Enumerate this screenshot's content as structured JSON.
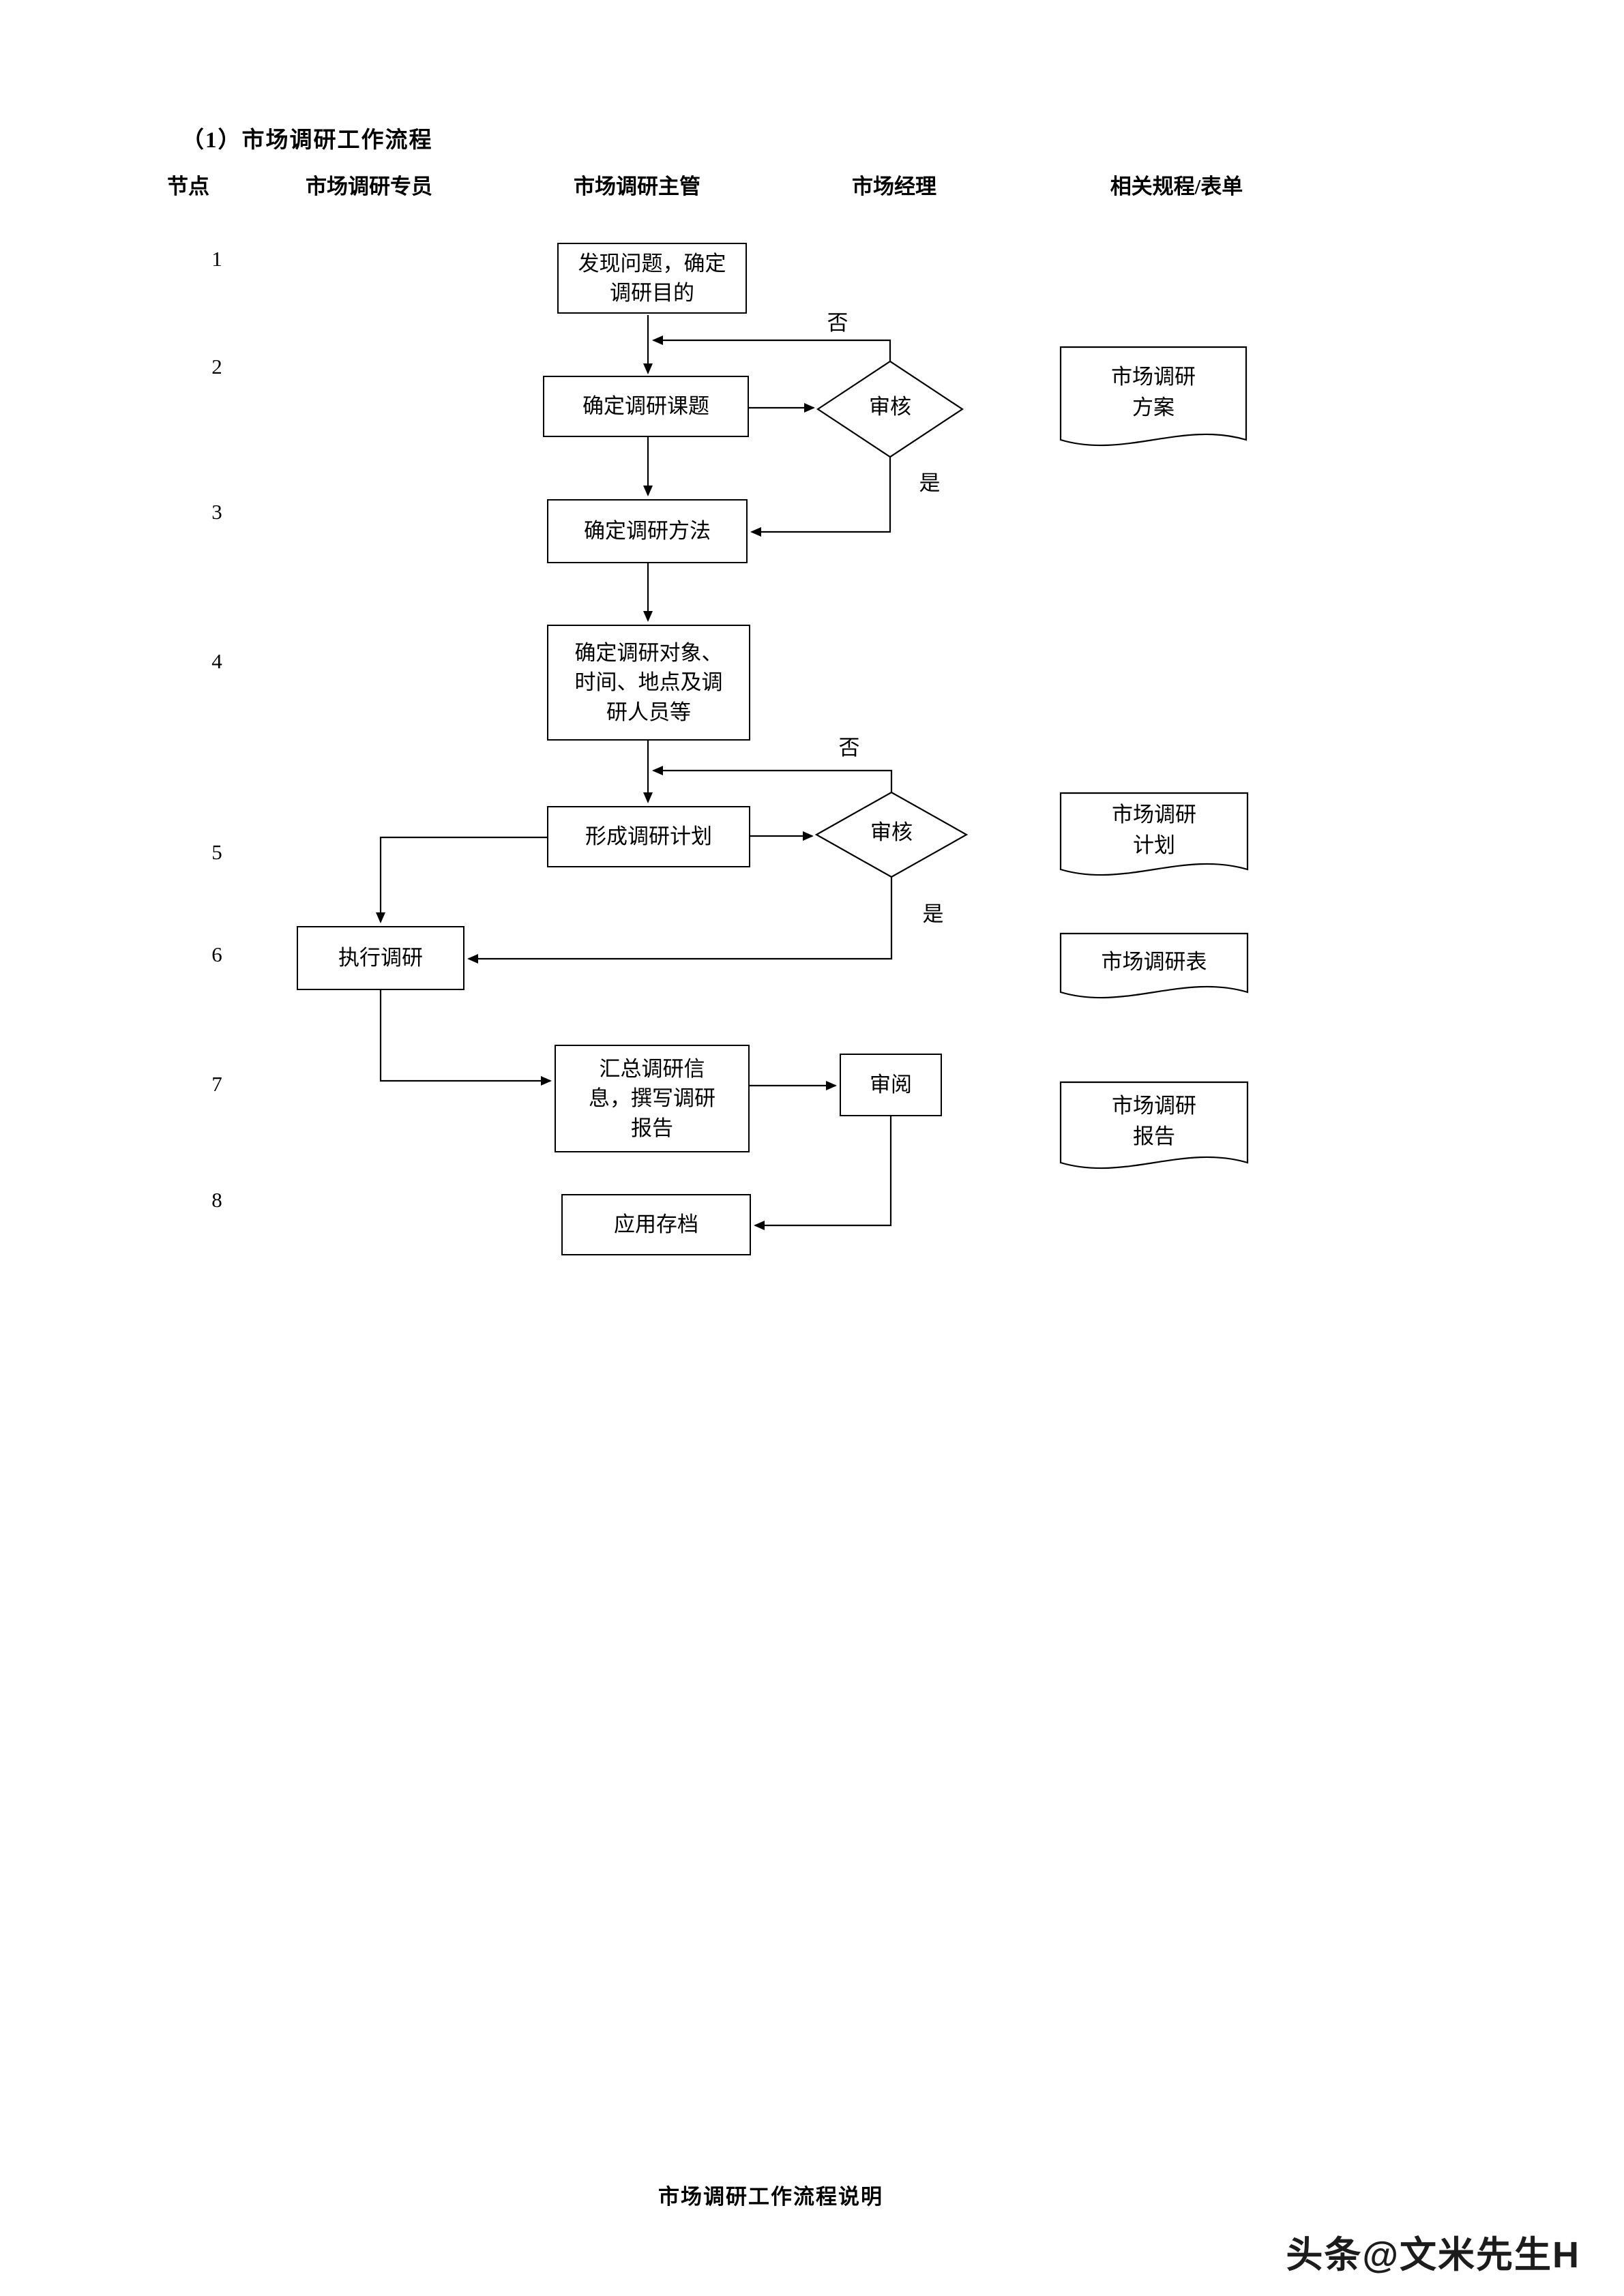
{
  "page": {
    "title": "（1）市场调研工作流程",
    "footer": "市场调研工作流程说明",
    "watermark": "头条@文米先生H"
  },
  "columns": {
    "node": "节点",
    "specialist": "市场调研专员",
    "supervisor": "市场调研主管",
    "manager": "市场经理",
    "related": "相关规程/表单"
  },
  "node_numbers": [
    "1",
    "2",
    "3",
    "4",
    "5",
    "6",
    "7",
    "8"
  ],
  "steps": {
    "step1": "发现问题，确定\n调研目的",
    "step2": "确定调研课题",
    "step3": "确定调研方法",
    "step4": "确定调研对象、\n时间、地点及调\n研人员等",
    "step5": "形成调研计划",
    "step6": "执行调研",
    "step7": "汇总调研信\n息，撰写调研\n报告",
    "step8": "应用存档"
  },
  "decisions": {
    "review1": "审核",
    "review2": "审核",
    "review3": "审阅"
  },
  "branch_labels": {
    "no1": "否",
    "yes1": "是",
    "no2": "否",
    "yes2": "是"
  },
  "documents": {
    "doc1": "市场调研\n方案",
    "doc2": "市场调研\n计划",
    "doc3": "市场调研表",
    "doc4": "市场调研\n报告"
  }
}
